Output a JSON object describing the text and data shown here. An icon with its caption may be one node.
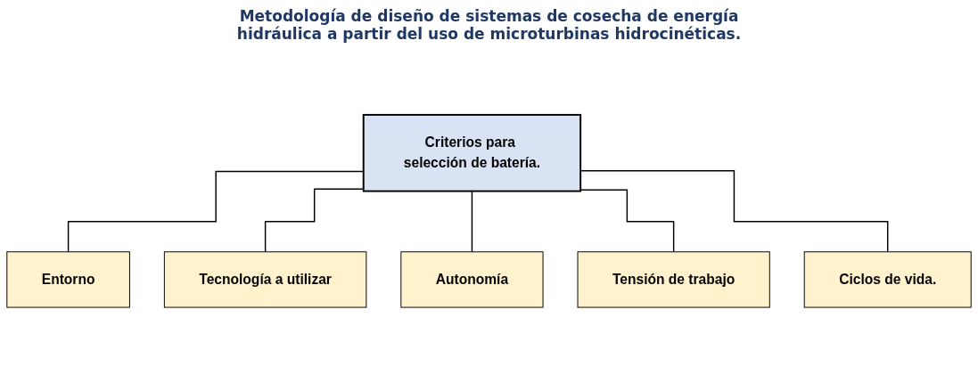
{
  "diagram": {
    "title": "Metodología de diseño de sistemas de cosecha de energía hidráulica a partir del uso de microturbinas hidrocinéticas.",
    "nodes": [
      {
        "text": [
          "Criterios para selección de batería."
        ]
      },
      {
        "text": [
          "Entorno"
        ]
      },
      {
        "text": [
          "Tecnología a utilizar"
        ]
      },
      {
        "text": [
          "Autonomía"
        ]
      },
      {
        "text": [
          "Tensión de trabajo"
        ]
      },
      {
        "text": [
          "Ciclos de vida."
        ]
      }
    ],
    "edges": [
      {
        "from": 0,
        "to": 1,
        "arrow": "none"
      },
      {
        "from": 0,
        "to": 2,
        "arrow": "none"
      },
      {
        "from": 0,
        "to": 3,
        "arrow": "none"
      },
      {
        "from": 0,
        "to": 4,
        "arrow": "none"
      },
      {
        "from": 0,
        "to": 5,
        "arrow": "none"
      }
    ]
  }
}
